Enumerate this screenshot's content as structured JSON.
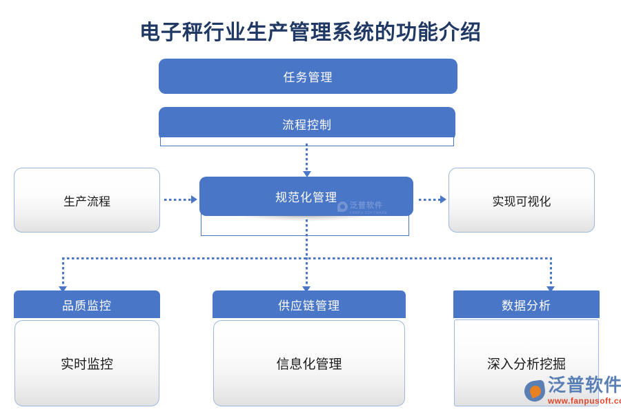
{
  "page": {
    "title": "电子秤行业生产管理系统的功能介绍",
    "title_color": "#1F3864",
    "accent_blue": "#4A76C8",
    "border_blue": "#9DB7DE",
    "background": "#FFFFFF"
  },
  "top_stack": [
    {
      "label": "任务管理",
      "style": "blue-pill"
    },
    {
      "label": "流程控制",
      "style": "blue-pill"
    }
  ],
  "middle_row": [
    {
      "label": "生产流程",
      "style": "white-box"
    },
    {
      "label": "规范化管理",
      "style": "blue-pill"
    },
    {
      "label": "实现可视化",
      "style": "white-box"
    }
  ],
  "bottom_cards": [
    {
      "header": "品质监控",
      "body": "实时监控"
    },
    {
      "header": "供应链管理",
      "body": "信息化管理"
    },
    {
      "header": "数据分析",
      "body": "深入分析挖掘"
    }
  ],
  "watermark": {
    "brand": "泛普软件",
    "brand_sub": "FANPU SOFTWARE",
    "url": "www.fanpusoft.com"
  }
}
